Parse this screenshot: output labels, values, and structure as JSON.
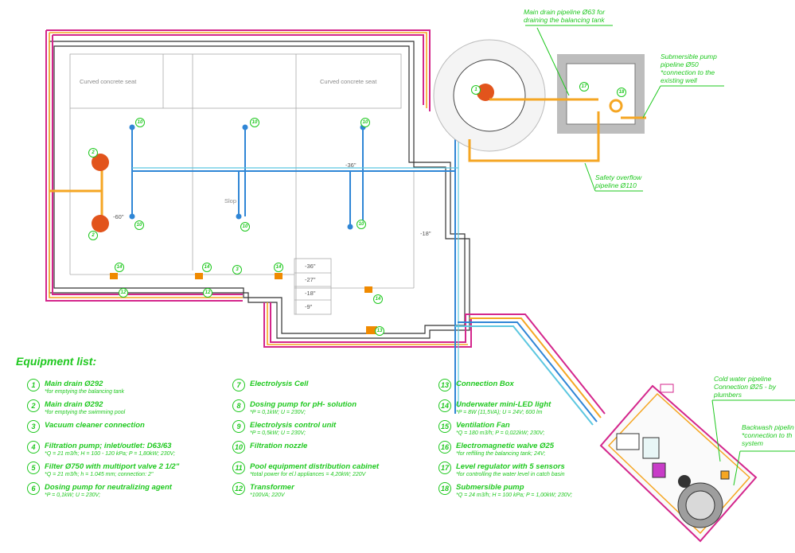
{
  "drawing": {
    "seats": [
      "Curved concrete seat",
      "Curved concrete seat"
    ],
    "slope_label": "Slop",
    "depths": {
      "d60": "-60\"",
      "d36a": "-36\"",
      "d18": "-18\"",
      "t36": "-36\"",
      "t27": "-27\"",
      "t18": "-18\"",
      "t9": "-9\""
    },
    "annotations": {
      "main_drain": [
        "Main drain pipeline Ø63 for",
        "draining the balancing tank"
      ],
      "submersible": [
        "Submersible pump",
        "pipeline Ø50",
        "*connection to the",
        "existing well"
      ],
      "overflow": [
        "Safety overflow",
        "pipeline Ø110"
      ],
      "cold_water": [
        "Cold water pipeline",
        "Connection Ø25 - by",
        "plumbers"
      ],
      "backwash": [
        "Backwash pipelin",
        "*connection to th",
        "system"
      ]
    },
    "tags": [
      "1",
      "2",
      "2",
      "3",
      "10",
      "10",
      "10",
      "10",
      "10",
      "10",
      "12",
      "12",
      "13",
      "14",
      "14",
      "14",
      "14",
      "17",
      "18"
    ]
  },
  "equipment": {
    "title": "Equipment list:",
    "columns": [
      [
        {
          "num": "1",
          "name": "Main drain Ø292",
          "note": "*for emptying the balancing tank"
        },
        {
          "num": "2",
          "name": "Main drain Ø292",
          "note": "*for emptying the swimming pool"
        },
        {
          "num": "3",
          "name": "Vacuum cleaner connection",
          "note": ""
        },
        {
          "num": "4",
          "name": "Filtration pump; inlet/outlet: D63/63",
          "note": "*Q = 21 m3/h; H = 100 - 120 kPa; P = 1,80kW; 230V;"
        },
        {
          "num": "5",
          "name": "Filter Ø750 with multiport valve 2 1/2\"",
          "note": "*Q = 21 m3/h; h = 1.045 mm; connection: 2\""
        },
        {
          "num": "6",
          "name": "Dosing pump for neutralizing agent",
          "note": "*P = 0,1kW; U = 230V;"
        }
      ],
      [
        {
          "num": "7",
          "name": "Electrolysis Cell",
          "note": ""
        },
        {
          "num": "8",
          "name": "Dosing pump for pH- solution",
          "note": "*P = 0,1kW; U = 230V;"
        },
        {
          "num": "9",
          "name": "Electrolysis control unit",
          "note": "*P = 0,5kW; U = 230V;"
        },
        {
          "num": "10",
          "name": "Filtration nozzle",
          "note": ""
        },
        {
          "num": "11",
          "name": "Pool equipment distribution cabinet",
          "note": "*total power for el.l appliances = 4,20kW; 220V"
        },
        {
          "num": "12",
          "name": "Transformer",
          "note": "*100VA; 220V"
        }
      ],
      [
        {
          "num": "13",
          "name": "Connection Box",
          "note": ""
        },
        {
          "num": "14",
          "name": "Underwater mini-LED light",
          "note": "*P = 8W (11,5VA); U = 24V; 600 lm"
        },
        {
          "num": "15",
          "name": "Ventilation Fan",
          "note": "*Q = 180 m3/h; P = 0,022kW; 230V;"
        },
        {
          "num": "16",
          "name": "Electromagnetic walve Ø25",
          "note": "*for reffiling the balancing tank; 24V;"
        },
        {
          "num": "17",
          "name": "Level regulator with 5 sensors",
          "note": "*for controlling the water level in catch basin"
        },
        {
          "num": "18",
          "name": "Submersible pump",
          "note": "*Q = 24 m3/h; H = 100 kPa; P = 1,00kW; 230V;"
        }
      ]
    ]
  },
  "colors": {
    "annotation": "#1ec81e",
    "pipe_magenta": "#d4268c",
    "pipe_orange": "#f5a623",
    "pipe_blue": "#2f86d6",
    "drain": "#e2541c"
  }
}
